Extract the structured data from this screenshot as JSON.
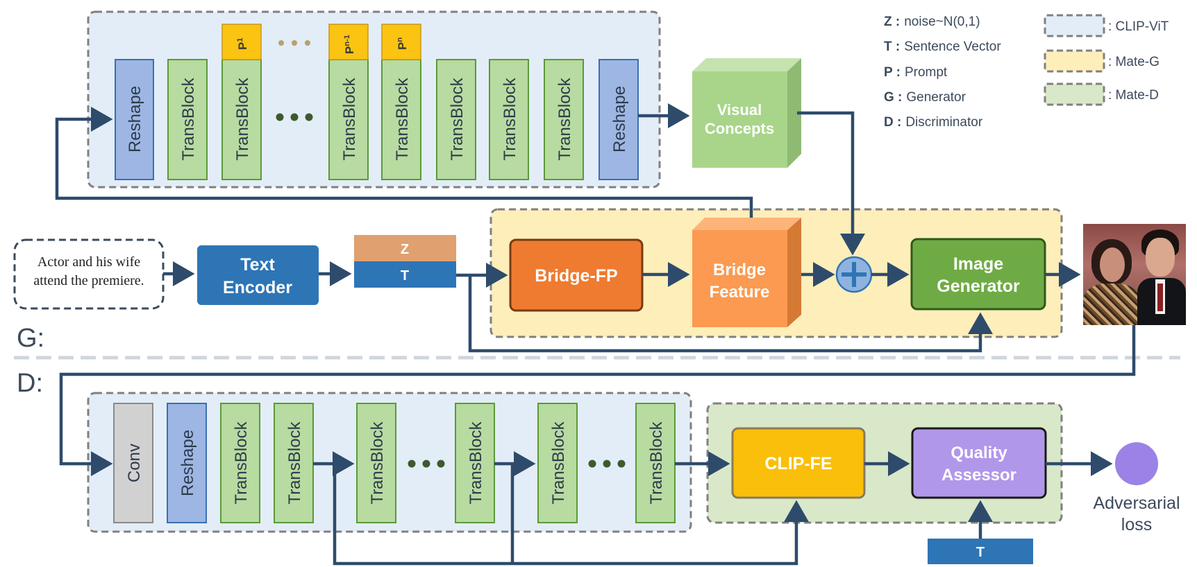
{
  "sections": {
    "generator": "G:",
    "discriminator": "D:"
  },
  "legend_keys": [
    {
      "sym": "Z :",
      "text": "noise~N(0,1)"
    },
    {
      "sym": "T :",
      "text": "Sentence Vector"
    },
    {
      "sym": "P :",
      "text": "Prompt"
    },
    {
      "sym": "G :",
      "text": "Generator"
    },
    {
      "sym": "D :",
      "text": "Discriminator"
    }
  ],
  "legend_boxes": [
    {
      "label": ": CLIP-ViT",
      "color": "#e3edf7"
    },
    {
      "label": ": Mate-G",
      "color": "#fdeeba"
    },
    {
      "label": ": Mate-D",
      "color": "#d8e8c9"
    }
  ],
  "generator": {
    "clip_vit_blocks": [
      "Reshape",
      "TransBlock",
      "TransBlock",
      "TransBlock",
      "TransBlock",
      "TransBlock",
      "TransBlock",
      "TransBlock",
      "Reshape"
    ],
    "prompts": [
      {
        "base": "P",
        "sub": "1"
      },
      {
        "base": "P",
        "sub": "n-1"
      },
      {
        "base": "P",
        "sub": "n"
      }
    ],
    "visual_concepts": [
      "Visual",
      "Concepts"
    ],
    "input_text": [
      "Actor and his wife",
      "attend the premiere."
    ],
    "text_encoder": [
      "Text",
      "Encoder"
    ],
    "z_label": "Z",
    "t_label": "T",
    "bridge_fp": "Bridge-FP",
    "bridge_feature": [
      "Bridge",
      "Feature"
    ],
    "image_generator": [
      "Image",
      "Generator"
    ]
  },
  "discriminator": {
    "clip_vit_blocks": [
      "Conv",
      "Reshape",
      "TransBlock",
      "TransBlock",
      "TransBlock",
      "TransBlock",
      "TransBlock",
      "TransBlock"
    ],
    "clip_fe": "CLIP-FE",
    "quality_assessor": [
      "Quality",
      "Assessor"
    ],
    "t_label": "T",
    "adversarial_loss": [
      "Adversarial",
      "loss"
    ]
  },
  "colors": {
    "clip_vit_bg": "#e3edf7",
    "mate_g_bg": "#fdeeba",
    "mate_d_bg": "#d8e8c9",
    "reshape": "#9db6e3",
    "transblock": "#b7dba0",
    "prompt": "#fbc312",
    "conv": "#d1d1d1",
    "text_encoder": "#2e75b6",
    "z_block": "#e0a070",
    "bridge_fp": "#ee7b30",
    "bridge_feature": "#fb9a50",
    "image_generator": "#6fab45",
    "clip_fe": "#f9bf0a",
    "quality_assessor": "#b197ea",
    "loss_circle": "#9b82e6",
    "arrow": "#2e4b6b"
  }
}
